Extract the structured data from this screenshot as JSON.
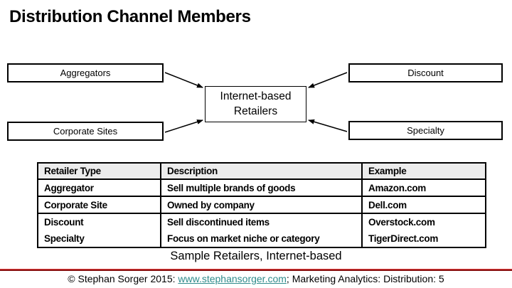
{
  "title": "Distribution Channel Members",
  "diagram": {
    "center_box": "Internet-based Retailers",
    "boxes": {
      "aggregators": "Aggregators",
      "corporate_sites": "Corporate Sites",
      "discount": "Discount",
      "specialty": "Specialty"
    },
    "arrow_direction": "all arrows point into center box",
    "border_color": "#000000"
  },
  "table": {
    "columns": [
      "Retailer Type",
      "Description",
      "Example"
    ],
    "rows": [
      [
        "Aggregator",
        "Sell multiple brands of goods",
        "Amazon.com"
      ],
      [
        "Corporate Site",
        "Owned by company",
        "Dell.com"
      ],
      [
        "Discount",
        "Sell discontinued items",
        "Overstock.com"
      ],
      [
        "Specialty",
        "Focus on market niche or category",
        "TigerDirect.com"
      ]
    ],
    "header_bg": "#ececec"
  },
  "caption": "Sample Retailers, Internet-based",
  "footer": {
    "prefix": "© Stephan Sorger 2015: ",
    "link": "www.stephansorger.com",
    "suffix": "; Marketing Analytics: Distribution: 5",
    "link_color": "#2e8b8b",
    "rule_color": "#8b1010"
  }
}
